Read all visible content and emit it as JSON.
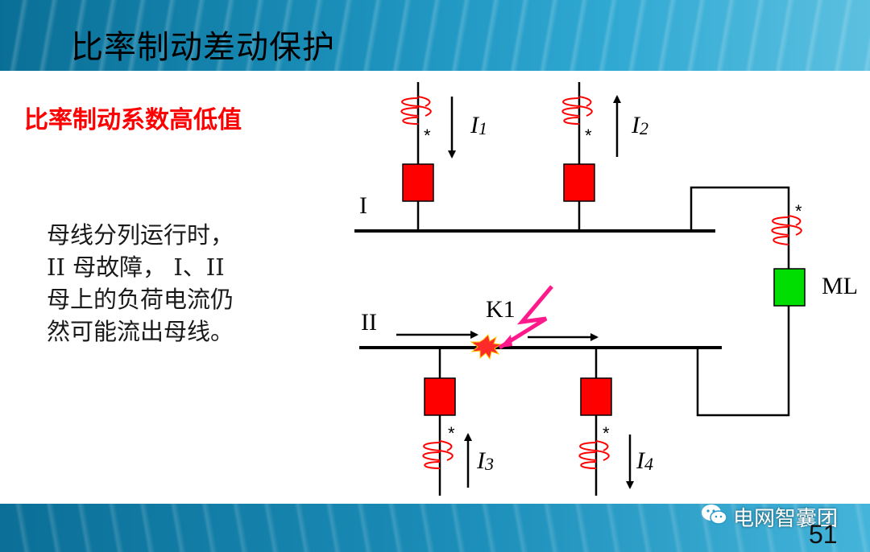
{
  "header": {
    "title": "比率制动差动保护"
  },
  "subtitle": "比率制动系数高低值",
  "body_lines": [
    "母线分列运行时，",
    "II 母故障， I、II",
    "母上的负荷电流仍",
    "然可能流出母线。"
  ],
  "diagram": {
    "bus1_label": "I",
    "bus2_label": "II",
    "coupler_label": "ML",
    "fault_label": "K1",
    "currents": {
      "i1": {
        "main": "I",
        "sub": "1"
      },
      "i2": {
        "main": "I",
        "sub": "2"
      },
      "i3": {
        "main": "I",
        "sub": "3"
      },
      "i4": {
        "main": "I",
        "sub": "4"
      }
    },
    "polarity_mark": "*",
    "colors": {
      "breaker": "#ff0000",
      "coupler_breaker": "#00dd00",
      "coil": "#ff0000",
      "fault": "#ff0080"
    }
  },
  "footer": {
    "watermark": "电网智囊团",
    "page_number": "51"
  }
}
